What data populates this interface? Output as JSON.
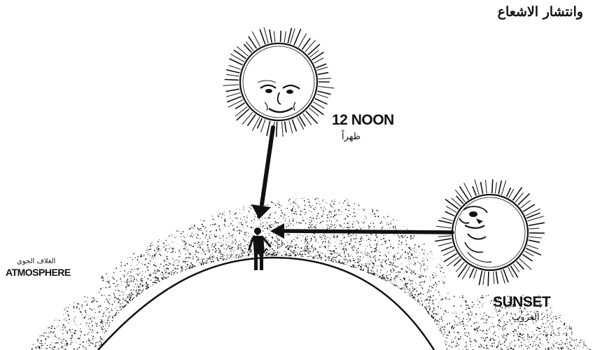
{
  "heading": {
    "text": "وانتشار الاشعاع"
  },
  "noon": {
    "label_en": "12 NOON",
    "label_ar": "ظهراً"
  },
  "atmosphere": {
    "label_en": "ATMOSPHERE",
    "label_ar": "الغلاف الجوي"
  },
  "sunset": {
    "label_en": "SUNSET",
    "label_ar": "الغروب"
  },
  "colors": {
    "ink": "#111111",
    "paper": "#ffffff"
  },
  "icons": {
    "noon_sun": "sun-face-icon",
    "sunset_sun": "sun-face-icon",
    "observer": "person-icon"
  }
}
